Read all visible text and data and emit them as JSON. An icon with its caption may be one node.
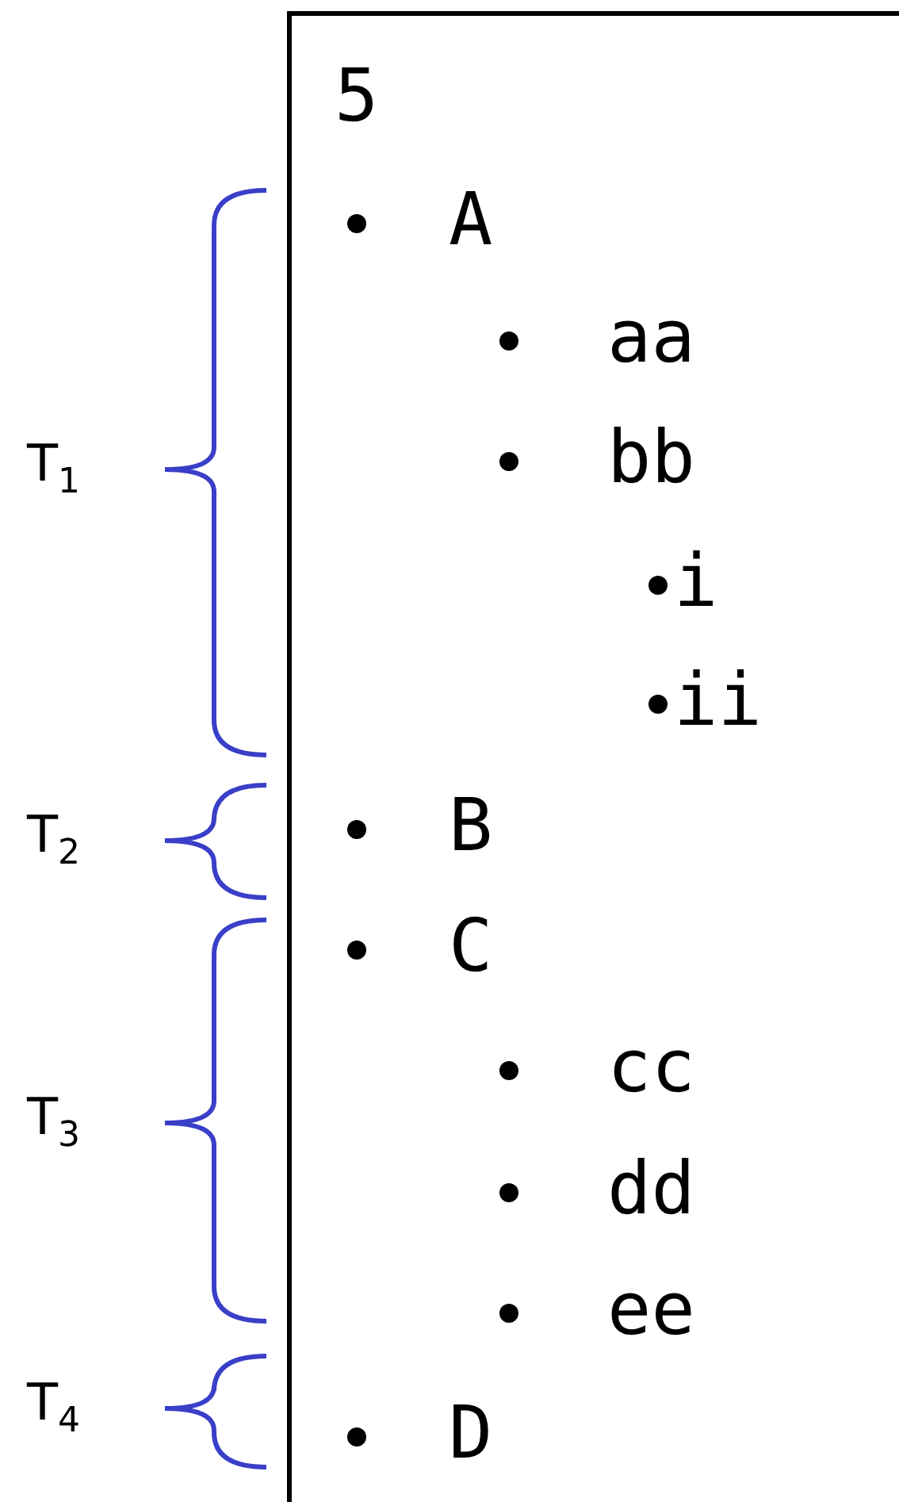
{
  "diagram": {
    "nodes": [
      {
        "text": [
          "5",
          "A",
          "aa",
          "bb",
          "i",
          "ii",
          "B",
          "C",
          "cc",
          "dd",
          "ee",
          "D"
        ]
      }
    ],
    "labels": [
      "T$_{1}$",
      "T$_{2}$",
      "T$_{3}$",
      "T$_{4}$"
    ]
  }
}
